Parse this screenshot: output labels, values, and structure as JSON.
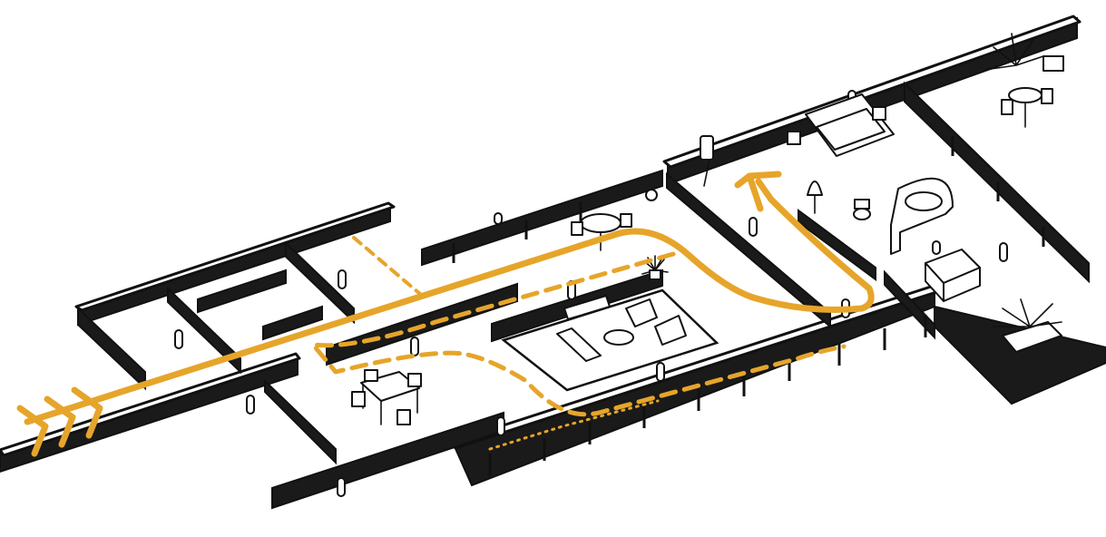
{
  "colors": {
    "route": "#E6A52A",
    "wall_fill": "#ffffff",
    "wall_dark": "#1a1a1a",
    "outline": "#111111",
    "background": "#ffffff"
  },
  "routes": [
    {
      "id": "main-visitor-route",
      "style": "solid",
      "description_icon": "arrow-path"
    },
    {
      "id": "secondary-route",
      "style": "dashed"
    },
    {
      "id": "minor-route",
      "style": "dotted"
    }
  ],
  "icons": {
    "entry": "triple-chevron-icon",
    "exit": "arrowhead-icon"
  }
}
